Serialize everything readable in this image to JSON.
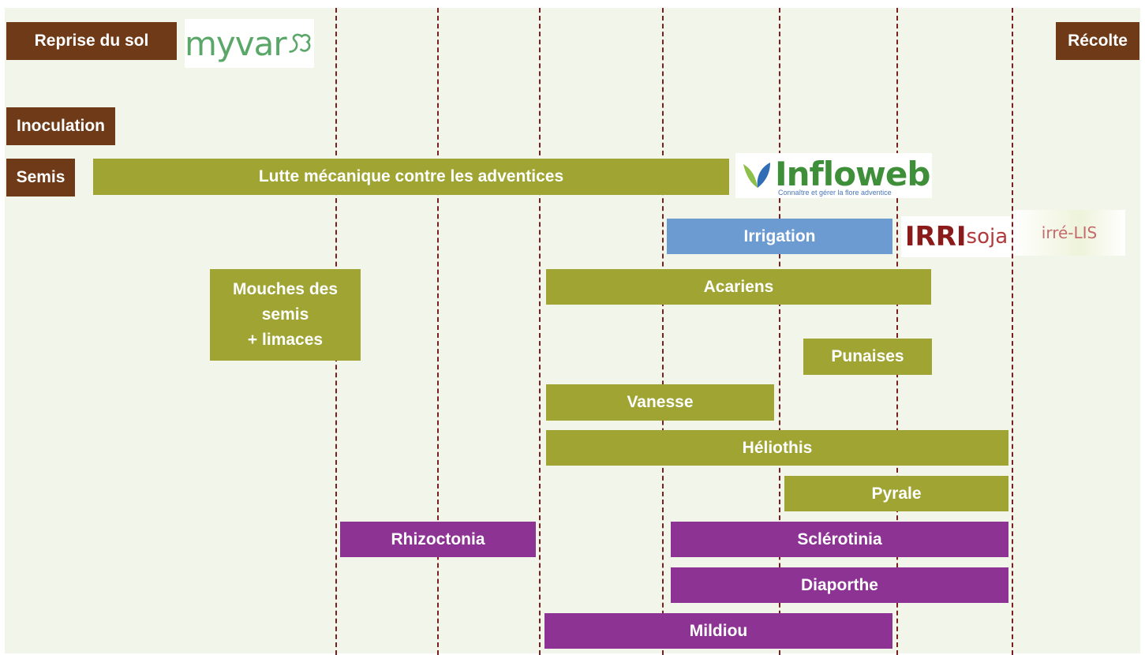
{
  "colors": {
    "background": "#f2f5ea",
    "dashed_line": "#7a1f1f",
    "soil_operations": "#6e3a17",
    "weeds_pests": "#9fa432",
    "irrigation": "#6c9bd1",
    "diseases": "#8c3393"
  },
  "bars": {
    "reprise": "Reprise du sol",
    "recolte": "Récolte",
    "inoculation": "Inoculation",
    "semis": "Semis",
    "lutte": "Lutte mécanique contre les adventices",
    "irrigation": "Irrigation",
    "mouches_l1": "Mouches des",
    "mouches_l2": "semis",
    "mouches_l3": "+ limaces",
    "acariens": "Acariens",
    "punaises": "Punaises",
    "vanesse": "Vanesse",
    "heliothis": "Héliothis",
    "pyrale": "Pyrale",
    "rhizoctonia": "Rhizoctonia",
    "sclerotinia": "Sclérotinia",
    "diaporthe": "Diaporthe",
    "mildiou": "Mildiou"
  },
  "logos": {
    "myvar": "myvar",
    "infloweb": "Infloweb",
    "infloweb_tagline": "Connaître et gérer la flore adventice",
    "irrisoja_bold": "IRRI",
    "irrisoja_thin": "soja",
    "irrelis": "irré-LIS"
  }
}
